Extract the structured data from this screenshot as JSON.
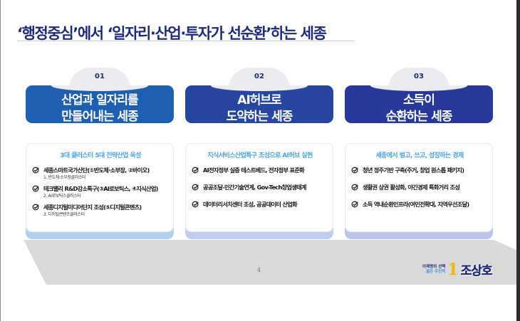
{
  "title": "‘행정중심’에서 ‘일자리·산업·투자가 선순환’하는 세종",
  "colors": {
    "title": "#1e2a78",
    "card1_head": "#1f5fb0",
    "card2_head": "#2646a0",
    "card3_head": "#28399a",
    "card1_under": "#b3d0ef",
    "card2_under": "#c0cdf0",
    "card3_under": "#bdc3ea",
    "subtitle": "#4aa3e0",
    "shelf": "#d9d9d9"
  },
  "cards": [
    {
      "number": "01",
      "heading_line1": "산업과 일자리를",
      "heading_line2": "만들어내는 세종",
      "subtitle": "3대 클러스터 5대 전략산업 육성",
      "items": [
        {
          "text": "세종스마트국가산단(①반도체·소부장, ②바이오)",
          "sub": "1. 반도체·소부장클러스터"
        },
        {
          "text": "테크밸리 R&D강소특구(③AI로보틱스, ④지식산업)",
          "sub": "2. AI로보틱스클러스터"
        },
        {
          "text": "세종디지털미디어단지 조성(⑤디지털콘텐츠)",
          "sub": "3. 디지털콘텐츠클러스터"
        }
      ]
    },
    {
      "number": "02",
      "heading_line1": "AI허브로",
      "heading_line2": "도약하는 세종",
      "subtitle": "지식서비스산업특구 조성으로 AI허브 실현",
      "items": [
        {
          "text": "AI전자정부 실증 테스트베드, 전자정부 표준화"
        },
        {
          "text": "공공조달-민간기술연계, Gov-Tech창업생태계"
        },
        {
          "text": "데이터리서치센터 조성, 공공데이터 산업화"
        }
      ]
    },
    {
      "number": "03",
      "heading_line1": "소득이",
      "heading_line2": "순환하는 세종",
      "subtitle": "세종에서 벌고, 쓰고, 성장하는 경제",
      "items": [
        {
          "text": "청년 정주기반 구축(주거, 창업 원스톱 패키지)"
        },
        {
          "text": "생활권 상권 활성화, 야간경제 특화거리 조성"
        },
        {
          "text": "소득 역내순환인프라(여민전확대, 지역우선조달)"
        }
      ]
    }
  ],
  "footer": {
    "page_number": "4",
    "logo_tagline_line1": "이재명의 선택",
    "logo_tagline_line2": "젊은 추진력",
    "logo_number": "1",
    "logo_name": "조상호"
  },
  "icons": {
    "item_bullet": "check-circle-icon"
  }
}
